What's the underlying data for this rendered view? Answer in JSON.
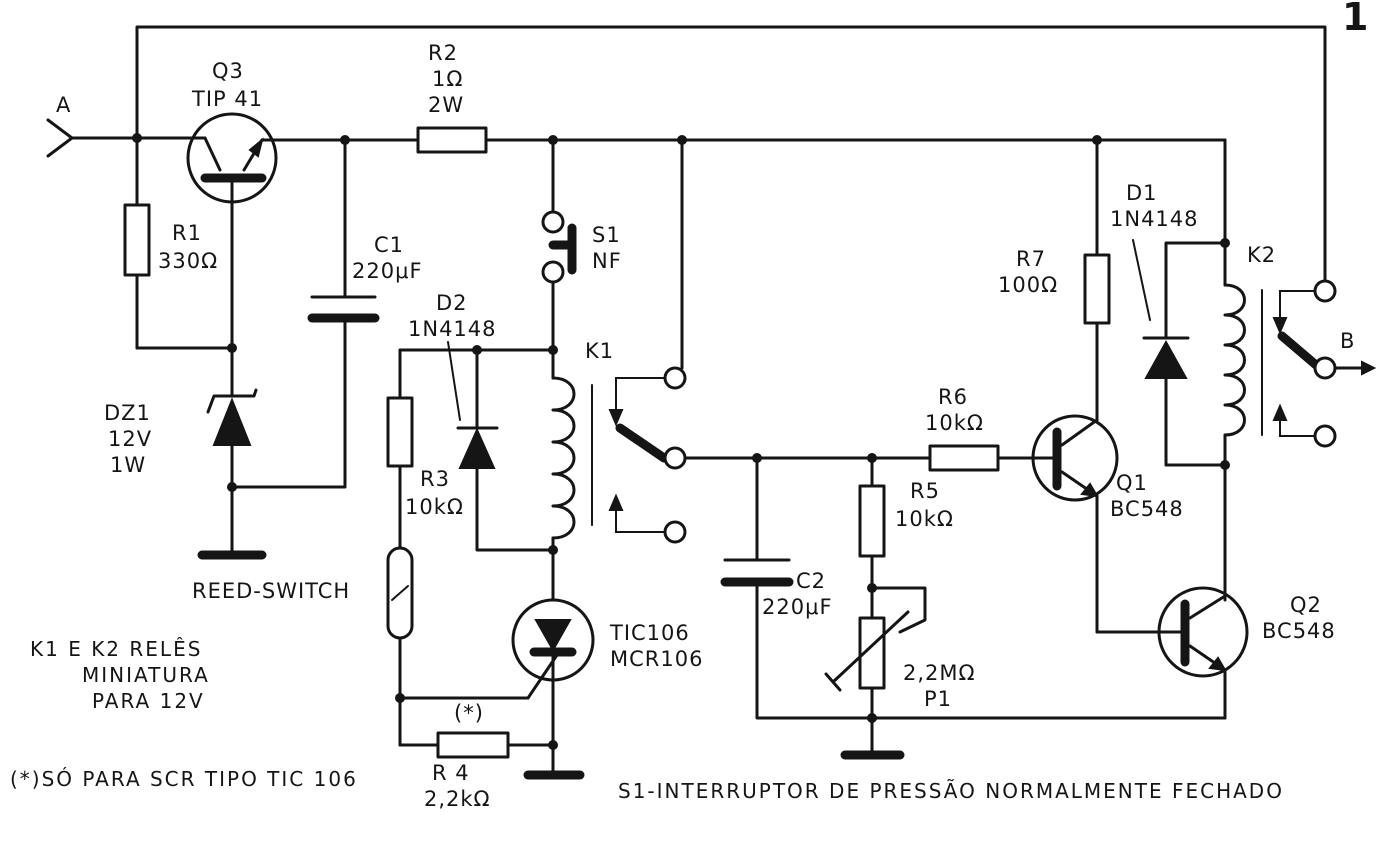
{
  "figure_number": "1",
  "nodes": {
    "A": "A",
    "B": "B"
  },
  "components": {
    "Q3": {
      "ref": "Q3",
      "value": "TIP 41"
    },
    "R2": {
      "ref": "R2",
      "value": "1Ω",
      "power": "2W"
    },
    "R1": {
      "ref": "R1",
      "value": "330Ω"
    },
    "C1": {
      "ref": "C1",
      "value": "220μF"
    },
    "DZ1": {
      "ref": "DZ1",
      "value": "12V",
      "power": "1W"
    },
    "S1": {
      "ref": "S1",
      "value": "NF"
    },
    "D2": {
      "ref": "D2",
      "value": "1N4148"
    },
    "K1": {
      "ref": "K1"
    },
    "R3": {
      "ref": "R3",
      "value": "10kΩ"
    },
    "SCR": {
      "ref": "TIC106",
      "value": "MCR106"
    },
    "R4": {
      "ref": "R 4",
      "value": "2,2kΩ",
      "mark": "(*)"
    },
    "C2": {
      "ref": "C2",
      "value": "220μF"
    },
    "R6": {
      "ref": "R6",
      "value": "10kΩ"
    },
    "R5": {
      "ref": "R5",
      "value": "10kΩ"
    },
    "P1": {
      "ref": "P1",
      "value": "2,2MΩ"
    },
    "R7": {
      "ref": "R7",
      "value": "100Ω"
    },
    "D1": {
      "ref": "D1",
      "value": "1N4148"
    },
    "K2": {
      "ref": "K2"
    },
    "Q1": {
      "ref": "Q1",
      "value": "BC548"
    },
    "Q2": {
      "ref": "Q2",
      "value": "BC548"
    }
  },
  "reed_switch_label": "REED-SWITCH",
  "notes": {
    "relays_line1": "K1 E K2 RELÊS",
    "relays_line2": "MINIATURA",
    "relays_line3": "PARA 12V",
    "scr_note": "(*)SÓ PARA SCR TIPO TIC 106",
    "s1_note": "S1-INTERRUPTOR DE PRESSÃO NORMALMENTE FECHADO"
  }
}
